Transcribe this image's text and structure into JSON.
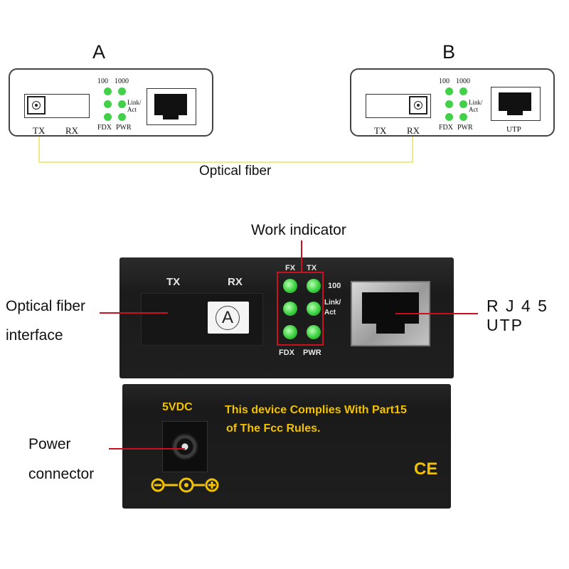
{
  "diagram": {
    "unit_a": {
      "name": "A",
      "port_labels": [
        "TX",
        "RX"
      ],
      "led_labels": {
        "speed_100": "100",
        "speed_1000": "1000",
        "link_act_line1": "Link/",
        "link_act_line2": "Act",
        "fdx": "FDX",
        "pwr": "PWR"
      }
    },
    "unit_b": {
      "name": "B",
      "port_labels": [
        "TX",
        "RX"
      ],
      "led_labels": {
        "speed_100": "100",
        "speed_1000": "1000",
        "link_act_line1": "Link/",
        "link_act_line2": "Act",
        "fdx": "FDX",
        "pwr": "PWR"
      },
      "utp_label": "UTP"
    },
    "fiber_label": "Optical fiber",
    "fiber_color": "#f2e98c",
    "led_color": "#42d04a"
  },
  "device": {
    "work_indicator_label": "Work indicator",
    "fiber_interface_label": [
      "Optical fiber",
      "interface"
    ],
    "rj45_label": [
      "R J 4 5",
      "UTP"
    ],
    "power_label": [
      "Power",
      "connector"
    ],
    "port_labels": [
      "TX",
      "RX"
    ],
    "port_tag": "A",
    "led_top_labels": [
      "FX",
      "TX"
    ],
    "led_side_labels": [
      "100",
      "Link/",
      "Act"
    ],
    "led_bottom_labels": [
      "FDX",
      "PWR"
    ],
    "voltage_label": "5VDC",
    "compliance_line1": "This device Complies With Part15",
    "compliance_line2": "of The Fcc Rules.",
    "ce_mark": "CE",
    "callout_color": "#c8101e",
    "print_color": "#f2c200"
  }
}
